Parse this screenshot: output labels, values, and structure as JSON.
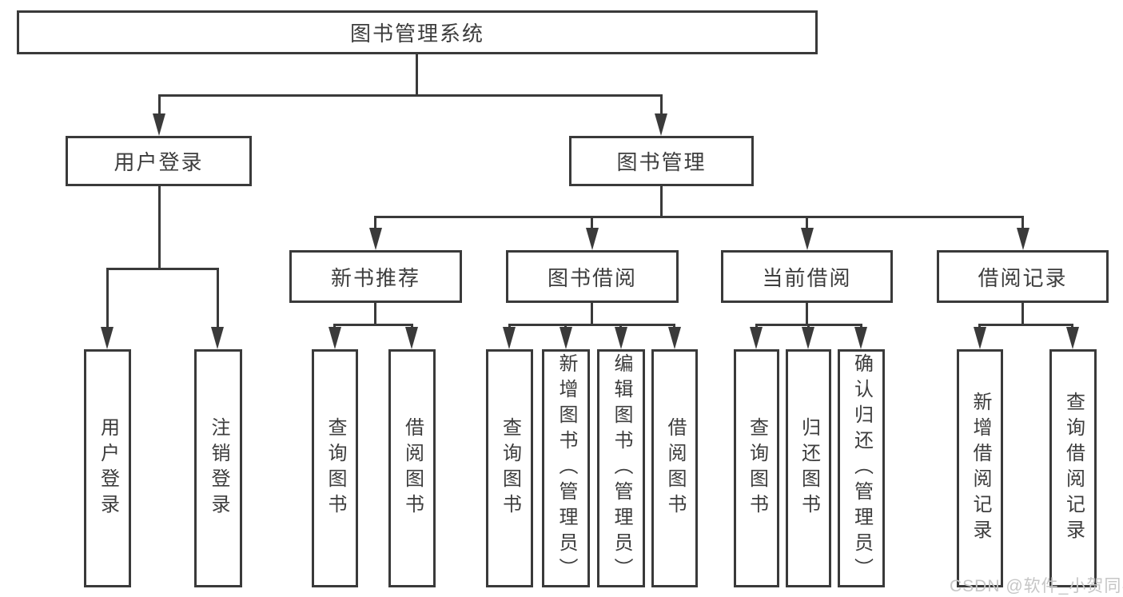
{
  "diagram_title": "图书管理系统",
  "nodes": {
    "root": "图书管理系统",
    "user_login": "用户登录",
    "book_mgmt": "图书管理",
    "new_book_rec": "新书推荐",
    "book_borrow": "图书借阅",
    "current_borrow": "当前借阅",
    "borrow_record": "借阅记录",
    "leaf_user_login": "用户登录",
    "leaf_logout": "注销登录",
    "leaf_rec_query": "查询图书",
    "leaf_rec_borrow": "借阅图书",
    "leaf_bb_query": "查询图书",
    "leaf_bb_add": "新增图书（管理员）",
    "leaf_bb_edit": "编辑图书（管理员）",
    "leaf_bb_borrow": "借阅图书",
    "leaf_cb_query": "查询图书",
    "leaf_cb_return": "归还图书",
    "leaf_cb_confirm": "确认归还（管理员）",
    "leaf_br_add": "新增借阅记录",
    "leaf_br_query": "查询借阅记录"
  },
  "hierarchy": {
    "图书管理系统": {
      "用户登录": [
        "用户登录",
        "注销登录"
      ],
      "图书管理": {
        "新书推荐": [
          "查询图书",
          "借阅图书"
        ],
        "图书借阅": [
          "查询图书",
          "新增图书（管理员）",
          "编辑图书（管理员）",
          "借阅图书"
        ],
        "当前借阅": [
          "查询图书",
          "归还图书",
          "确认归还（管理员）"
        ],
        "借阅记录": [
          "新增借阅记录",
          "查询借阅记录"
        ]
      }
    }
  },
  "watermark": "CSDN @软件_小贺同学",
  "colors": {
    "line": "#3a3a3a",
    "text": "#3d3d3d",
    "watermark": "#c6c6c6",
    "background": "#ffffff"
  }
}
